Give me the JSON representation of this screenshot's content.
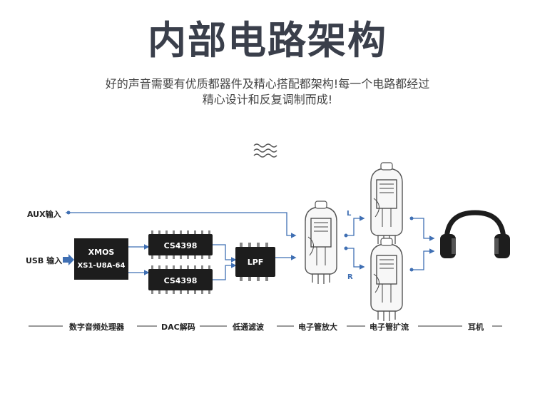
{
  "header": {
    "title": "内部电路架构",
    "subtitle_line1": "好的声音需要有优质都器件及精心搭配都架构!每一个电路都经过",
    "subtitle_line2": "精心设计和反复调制而成!"
  },
  "diagram": {
    "inputs": {
      "aux": "AUX输入",
      "usb": "USB 输入"
    },
    "processor": {
      "line1": "XMOS",
      "line2": "XS1-U8A-64"
    },
    "dac_chips": [
      "CS4398",
      "CS4398"
    ],
    "lpf": "LPF",
    "channels": {
      "left": "L",
      "right": "R"
    },
    "stages": [
      "数字音频处理器",
      "DAC解码",
      "低通滤波",
      "电子管放大",
      "电子管扩流",
      "耳机"
    ]
  }
}
